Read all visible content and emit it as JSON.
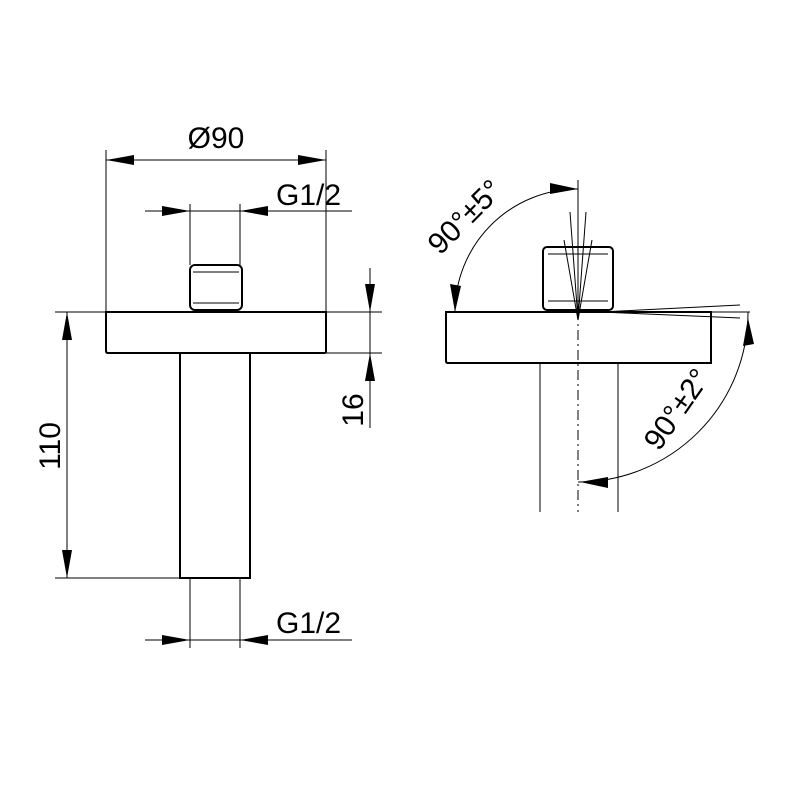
{
  "dimensions": {
    "flange_diameter": "Ø90",
    "top_thread": "G1/2",
    "bottom_thread": "G1/2",
    "total_length": "110",
    "flange_thickness": "16",
    "top_angle_tolerance": "90°±5°",
    "side_angle_tolerance": "90°±2°"
  }
}
